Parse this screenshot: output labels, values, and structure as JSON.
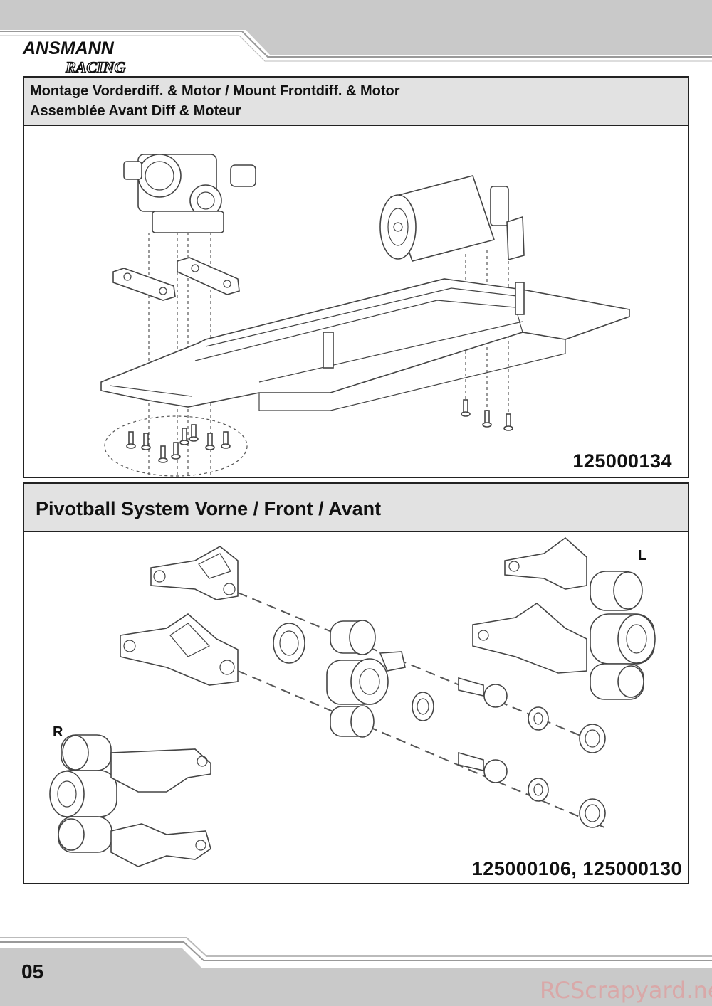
{
  "header": {
    "brand": "ANSMANN",
    "sub_brand": "RACING"
  },
  "section1": {
    "title_line1": "Montage Vorderdiff. & Motor / Mount Frontdiff. & Motor",
    "title_line2": "Assemblée Avant Diff & Moteur",
    "part_number": "125000134"
  },
  "section2": {
    "title": "Pivotball System Vorne / Front / Avant",
    "label_left": "L",
    "label_right": "R",
    "part_number": "125000106, 125000130"
  },
  "footer": {
    "page_number": "05",
    "watermark": "RCScrapyard.net"
  },
  "colors": {
    "header_gray": "#c9c9c9",
    "title_bar_gray": "#e2e2e2",
    "border": "#222222",
    "watermark": "#d9a8a8"
  }
}
